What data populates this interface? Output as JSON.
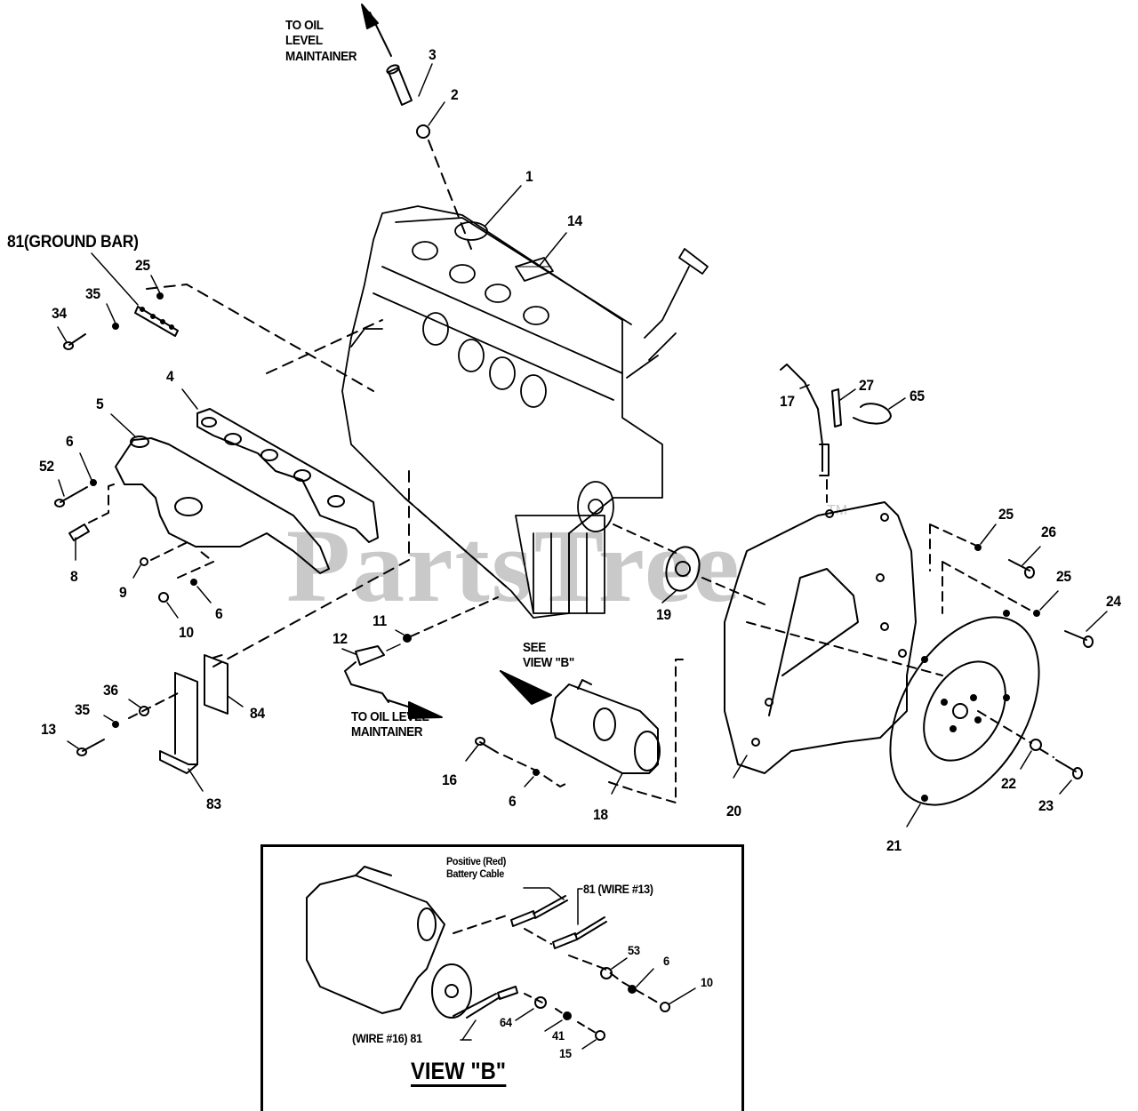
{
  "diagram": {
    "type": "exploded-parts-view",
    "watermark": "PartsTree",
    "watermark_tm": "TM",
    "notes": {
      "to_oil_top": "TO OIL\nLEVEL\nMAINTAINER",
      "to_oil_mid": "TO OIL LEVEL\nMAINTAINER",
      "see_view_b": "SEE\nVIEW \"B\"",
      "ground_bar": "81(GROUND BAR)",
      "positive_cable": "Positive (Red)\nBattery Cable",
      "wire13": "81 (WIRE #13)",
      "wire16": "(WIRE #16) 81"
    },
    "view_b_title": "VIEW \"B\"",
    "callouts": {
      "c1": "1",
      "c2": "2",
      "c3": "3",
      "c4": "4",
      "c5": "5",
      "c6a": "6",
      "c6b": "6",
      "c6c": "6",
      "c6d": "6",
      "c8": "8",
      "c9": "9",
      "c10a": "10",
      "c10b": "10",
      "c11": "11",
      "c12": "12",
      "c13": "13",
      "c14": "14",
      "c15": "15",
      "c16": "16",
      "c17": "17",
      "c18": "18",
      "c19": "19",
      "c20": "20",
      "c21": "21",
      "c22": "22",
      "c23": "23",
      "c24": "24",
      "c25a": "25",
      "c25b": "25",
      "c25c": "25",
      "c26": "26",
      "c27": "27",
      "c34": "34",
      "c35a": "35",
      "c35b": "35",
      "c36": "36",
      "c41": "41",
      "c52": "52",
      "c53": "53",
      "c64": "64",
      "c65": "65",
      "c83": "83",
      "c84": "84"
    }
  }
}
